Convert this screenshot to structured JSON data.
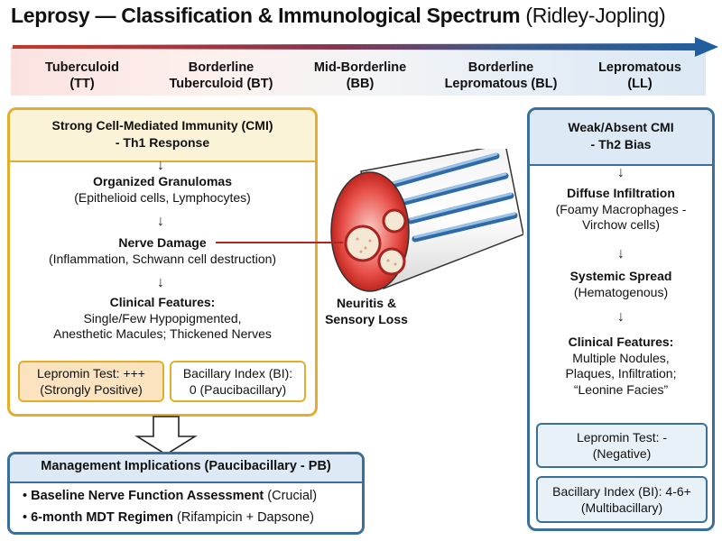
{
  "title": {
    "main": "Leprosy — Classification & Immunological Spectrum",
    "sub": "(Ridley-Jopling)"
  },
  "spectrum": {
    "stages": [
      {
        "line1": "Tuberculoid",
        "line2": "(TT)"
      },
      {
        "line1": "Borderline",
        "line2": "Tuberculoid (BT)"
      },
      {
        "line1": "Mid-Borderline",
        "line2": "(BB)"
      },
      {
        "line1": "Borderline",
        "line2": "Lepromatous (BL)"
      },
      {
        "line1": "Lepromatous",
        "line2": "(LL)"
      }
    ]
  },
  "left_panel": {
    "header_line1": "Strong Cell-Mediated Immunity (CMI)",
    "header_line2": "- Th1 Response",
    "arrow": "↓",
    "granulomas_title": "Organized Granulomas",
    "granulomas_detail": "(Epithelioid cells, Lymphocytes)",
    "nerve_title": "Nerve Damage",
    "nerve_detail": "(Inflammation, Schwann cell destruction)",
    "clinical_title": "Clinical Features:",
    "clinical_line1": "Single/Few Hypopigmented,",
    "clinical_line2": "Anesthetic Macules; Thickened Nerves",
    "lepromin_line1": "Lepromin Test: +++",
    "lepromin_line2": "(Strongly Positive)",
    "bi_line1": "Bacillary Index (BI):",
    "bi_line2": "0 (Paucibacillary)"
  },
  "nerve_illustration": {
    "label_line1": "Neuritis &",
    "label_line2": "Sensory Loss"
  },
  "right_panel": {
    "header_line1": "Weak/Absent CMI",
    "header_line2": "- Th2 Bias",
    "arrow": "↓",
    "infiltration_title": "Diffuse Infiltration",
    "infiltration_line1": "(Foamy Macrophages -",
    "infiltration_line2": "Virchow cells)",
    "spread_title": "Systemic Spread",
    "spread_detail": "(Hematogenous)",
    "clinical_title": "Clinical Features:",
    "clinical_line1": "Multiple Nodules,",
    "clinical_line2": "Plaques, Infiltration;",
    "clinical_line3": "“Leonine Facies”",
    "lepromin_line1": "Lepromin Test: -",
    "lepromin_line2": "(Negative)",
    "bi_line1": "Bacillary Index (BI): 4-6+",
    "bi_line2": "(Multibacillary)"
  },
  "management": {
    "header": "Management Implications (Paucibacillary - PB)",
    "bullets": [
      {
        "bold": "Baseline Nerve Function Assessment",
        "rest": "(Crucial)"
      },
      {
        "bold": "6-month MDT Regimen",
        "rest": "(Rifampicin + Dapsone)"
      }
    ]
  },
  "colors": {
    "tuberculoid_accent": "#e3ae2c",
    "lepromatous_accent": "#3a6f9a",
    "inflammation_red": "#d9302c"
  }
}
